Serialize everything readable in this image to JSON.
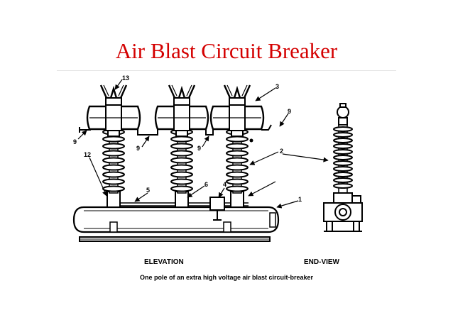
{
  "slide": {
    "title": "Air Blast Circuit Breaker"
  },
  "diagram": {
    "labels": {
      "l13": "13",
      "l3": "3",
      "l9a": "9",
      "l9b": "9",
      "l9c": "9",
      "l9d": "9",
      "l12": "12",
      "l2": "2",
      "l5": "5",
      "l6": "6",
      "l4": "4",
      "l1": "1"
    },
    "views": {
      "elevation": "ELEVATION",
      "end_view": "END-VIEW"
    },
    "caption": "One pole of an extra high voltage air blast circuit-breaker"
  }
}
